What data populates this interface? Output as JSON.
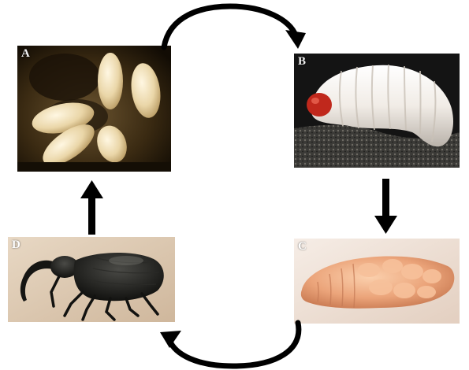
{
  "panels": {
    "a": {
      "label": "A",
      "subject": "eggs"
    },
    "b": {
      "label": "B",
      "subject": "larva"
    },
    "c": {
      "label": "C",
      "subject": "pupa"
    },
    "d": {
      "label": "D",
      "subject": "adult weevil"
    }
  },
  "cycle_order": [
    "A",
    "B",
    "C",
    "D"
  ],
  "colors": {
    "arrow": "#000000",
    "panel_a_bg": "#231a0c",
    "panel_b_bg": "#111111",
    "panel_c_bg": "#eddcd0",
    "panel_d_bg": "#dcc8b0"
  }
}
